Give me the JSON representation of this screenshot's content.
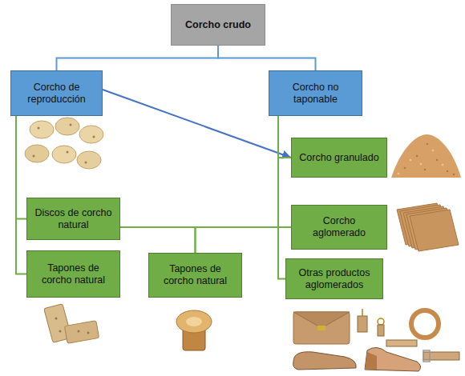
{
  "diagram": {
    "nodes": [
      {
        "text": [
          "Corcho crudo"
        ]
      },
      {
        "text": [
          "Corcho de reproducción"
        ]
      },
      {
        "text": [
          "Corcho no taponable"
        ]
      },
      {
        "text": [
          "Corcho granulado"
        ]
      },
      {
        "text": [
          "Discos de corcho natural"
        ]
      },
      {
        "text": [
          "Corcho aglomerado"
        ]
      },
      {
        "text": [
          "Tapones de corcho natural"
        ]
      },
      {
        "text": [
          "Tapones de corcho natural"
        ]
      },
      {
        "text": [
          "Otras productos aglomerados"
        ]
      }
    ],
    "edges": [
      {
        "from": 0,
        "to": 1,
        "arrow": "none"
      },
      {
        "from": 0,
        "to": 2,
        "arrow": "none"
      },
      {
        "from": 1,
        "to": 3,
        "arrow": "to"
      },
      {
        "from": 1,
        "to": 4,
        "arrow": "none"
      },
      {
        "from": 1,
        "to": 6,
        "arrow": "none"
      },
      {
        "from": 2,
        "to": 3,
        "arrow": "none"
      },
      {
        "from": 2,
        "to": 5,
        "arrow": "none"
      },
      {
        "from": 2,
        "to": 8,
        "arrow": "none"
      },
      {
        "from": 4,
        "to": 7,
        "arrow": "none"
      },
      {
        "from": 5,
        "to": 7,
        "arrow": "none"
      }
    ]
  }
}
